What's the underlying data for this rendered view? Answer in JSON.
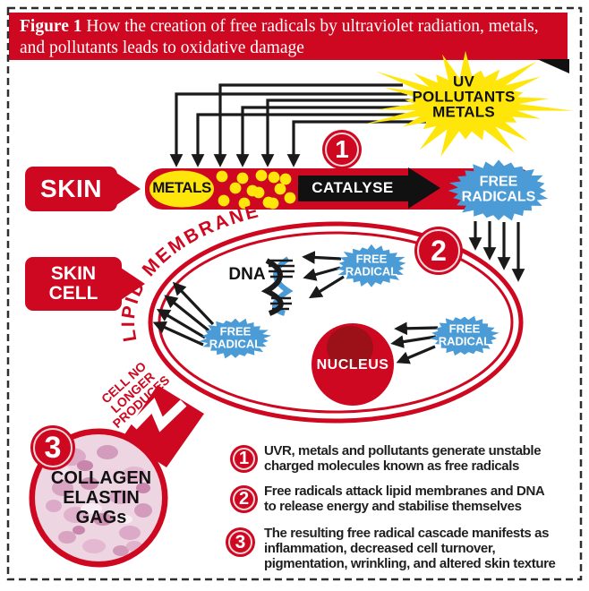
{
  "figure": {
    "label": "Figure 1",
    "caption": "How the creation of free radicals by ultraviolet radiation, metals, and pollutants leads to oxidative damage"
  },
  "diagram": {
    "sources_label": "UV\nPOLLUTANTS\nMETALS",
    "skin_label": "SKIN",
    "metals_label": "METALS",
    "catalyse_label": "CATALYSE",
    "free_radicals_label": "FREE\nRADICALS",
    "skin_cell_label": "SKIN\nCELL",
    "lipid_membrane_label": "LIPID MEMBRANE",
    "dna_label": "DNA",
    "free_radical_label": "FREE\nRADICAL",
    "nucleus_label": "NUCLEUS",
    "cell_no_longer_produces_label": "CELL NO\nLONGER\nPRODUCES",
    "products_label": "COLLAGEN\nELASTIN\nGAGs"
  },
  "steps": [
    {
      "num": "1",
      "text": "UVR, metals and pollutants generate unstable\ncharged molecules known as free radicals"
    },
    {
      "num": "2",
      "text": "Free radicals attack lipid membranes and DNA\nto release energy and stabilise themselves"
    },
    {
      "num": "3",
      "text": "The resulting free radical cascade manifests as\ninflammation, decreased cell turnover,\npigmentation, wrinkling, and altered skin texture"
    }
  ],
  "colors": {
    "red": "#cd0820",
    "yellow": "#ffe60a",
    "blue": "#4a9bd6",
    "black": "#1a1a1a",
    "nucleus_dark": "#9c1117",
    "histology_pink": "#eed5e2"
  }
}
